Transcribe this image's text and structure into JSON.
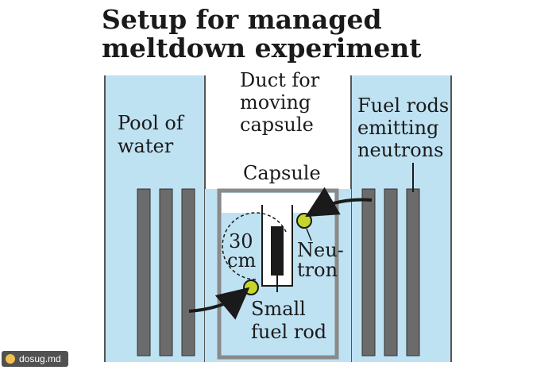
{
  "title": {
    "line1": "Setup for managed",
    "line2": "meltdown experiment"
  },
  "labels": {
    "pool": [
      "Pool of",
      "water"
    ],
    "duct": [
      "Duct for",
      "moving",
      "capsule"
    ],
    "fuel_rods": [
      "Fuel rods",
      "emitting",
      "neutrons"
    ],
    "capsule": "Capsule",
    "distance": [
      "30",
      "cm"
    ],
    "neutron": [
      "Neu-",
      "tron"
    ],
    "small_rod": [
      "Small",
      "fuel rod"
    ]
  },
  "watermark": "dosug.md",
  "colors": {
    "water": "#bfe2f3",
    "rod": "#6b6b6b",
    "neutron": "#c6d52b",
    "capsule_frame": "#8a8a8a",
    "ink": "#1a1a1a"
  }
}
